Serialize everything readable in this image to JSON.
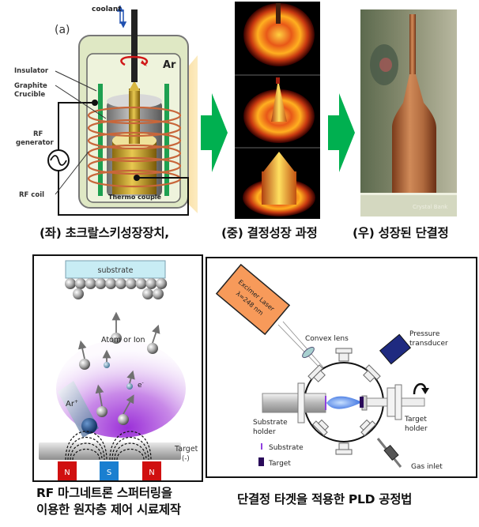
{
  "czochralski": {
    "panel_label": "(a)",
    "labels": {
      "coolant": "coolant",
      "ar": "Ar",
      "insulator": "Insulator",
      "graphite_crucible_line1": "Graphite",
      "graphite_crucible_line2": "Crucible",
      "rf_generator_line1": "RF",
      "rf_generator_line2": "generator",
      "rf_coil": "RF coil",
      "thermo_couple": "Thermo couple"
    }
  },
  "crystal_photo": {
    "watermark": "Crystal Bank"
  },
  "top_captions": {
    "left": "(좌) 초크랄스키성장장치,",
    "middle": "(중) 결정성장 과정",
    "right": "(우) 성장된 단결정"
  },
  "sputtering": {
    "labels": {
      "substrate": "substrate",
      "atom_or_ion": "Atom or Ion",
      "electron": "e",
      "electron_sup": "-",
      "ar_ion": "Ar",
      "ar_ion_sup": "+",
      "target": "Target",
      "target_charge": "(-)",
      "magnet_left": "N",
      "magnet_center": "S",
      "magnet_right": "N"
    },
    "caption_line1": "RF 마그네트론 스퍼터링을",
    "caption_line2": "이용한 원자층 제어 시료제작"
  },
  "pld": {
    "labels": {
      "laser_line1": "Excimer Laser",
      "laser_line2": "λ=248 nm",
      "convex_lens": "Convex lens",
      "pressure_line1": "Pressure",
      "pressure_line2": "transducer",
      "substrate_holder_line1": "Substrate",
      "substrate_holder_line2": "holder",
      "target_holder_line1": "Target",
      "target_holder_line2": "holder",
      "gas_inlet": "Gas inlet",
      "legend_substrate": "Substrate",
      "legend_target": "Target"
    },
    "caption": "단결정 타겟을 적용한 PLD 공정법"
  },
  "colors": {
    "arrow_green": "#00b050",
    "magnet_n": "#d01010",
    "magnet_s": "#1a7fd0",
    "laser_orange": "#f79a5a",
    "transducer_blue": "#1f2a80",
    "target_purple": "#2a0a5a"
  }
}
